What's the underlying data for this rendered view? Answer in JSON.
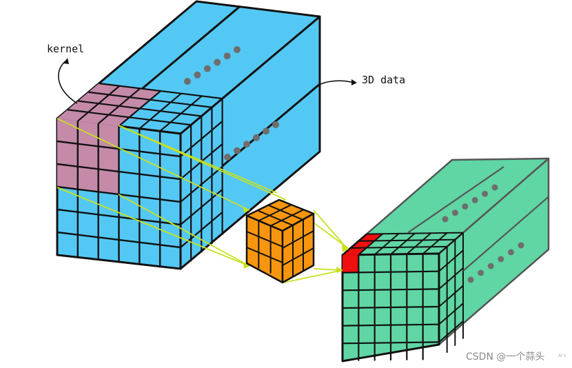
{
  "labels": {
    "kernel": "kernel",
    "data3d": "3D data"
  },
  "watermark": {
    "text": "CSDN @一个蒜头",
    "small": "AI 5"
  },
  "colors": {
    "input_block": "#54c8f5",
    "kernel_region": "#c48aa8",
    "kernel_cube": "#f7960e",
    "output_block": "#5fd6a4",
    "output_cell": "#ee0f0f",
    "projection_lines": "#c8e11e",
    "dots": "#6e6e6e",
    "outline": "#111111"
  },
  "grid": {
    "input_cells": 6,
    "kernel_cells": 3,
    "output_cells": 6
  }
}
